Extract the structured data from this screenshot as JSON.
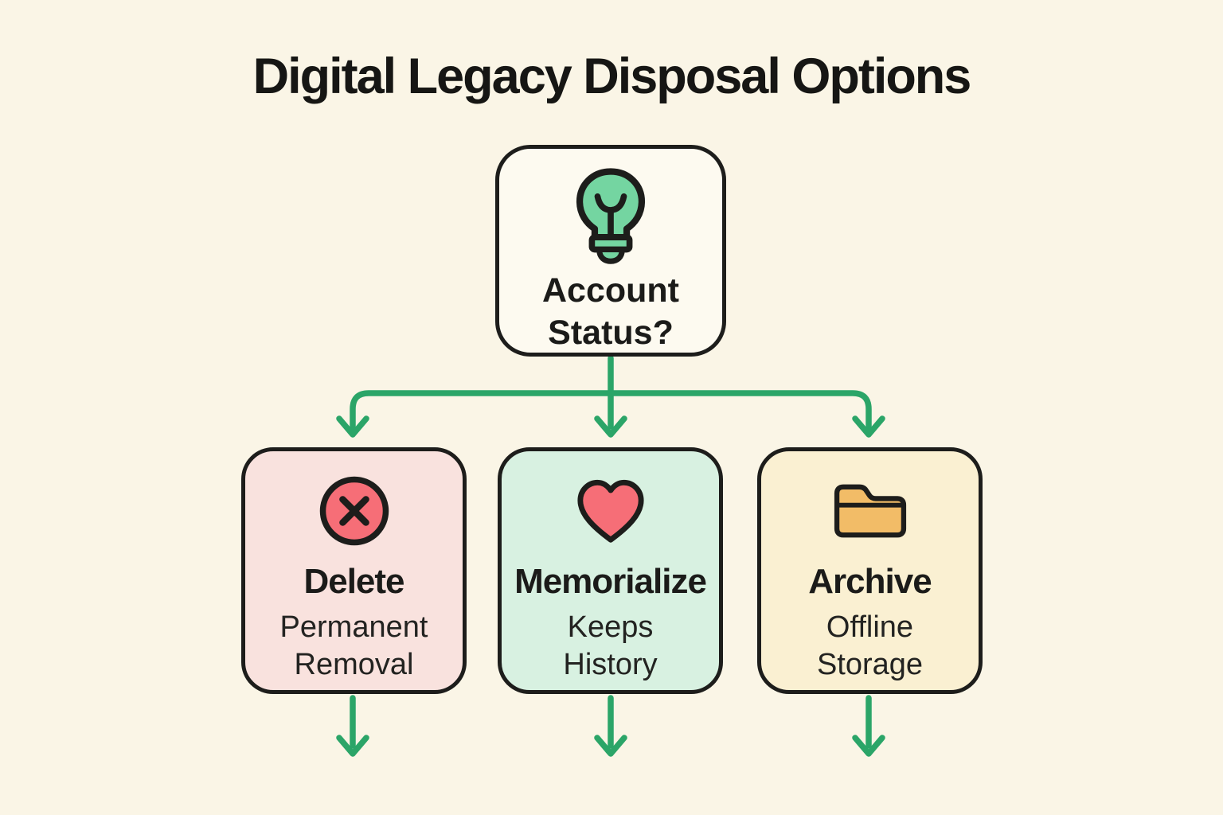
{
  "title": "Digital Legacy Disposal Options",
  "decision": {
    "icon": "lightbulb-icon",
    "label": "Account\nStatus?"
  },
  "options": [
    {
      "icon": "x-circle-icon",
      "label": "Delete",
      "sublabel": "Permanent\nRemoval",
      "fill": "#F9E2DE",
      "icon_color": "#F66E77"
    },
    {
      "icon": "heart-icon",
      "label": "Memorialize",
      "sublabel": "Keeps\nHistory",
      "fill": "#D8F1E1",
      "icon_color": "#F66E77"
    },
    {
      "icon": "folder-icon",
      "label": "Archive",
      "sublabel": "Offline\nStorage",
      "fill": "#FAF0D2",
      "icon_color": "#F2BC67"
    }
  ],
  "colors": {
    "background": "#FAF5E6",
    "node_outline": "#1D1D1B",
    "decision_fill": "#FDFAF0",
    "connector_green": "#2BA568",
    "lightbulb_green": "#74D5A1",
    "coral_red": "#F66E77",
    "folder_orange": "#F2BC67",
    "text": "#1B1B19"
  }
}
